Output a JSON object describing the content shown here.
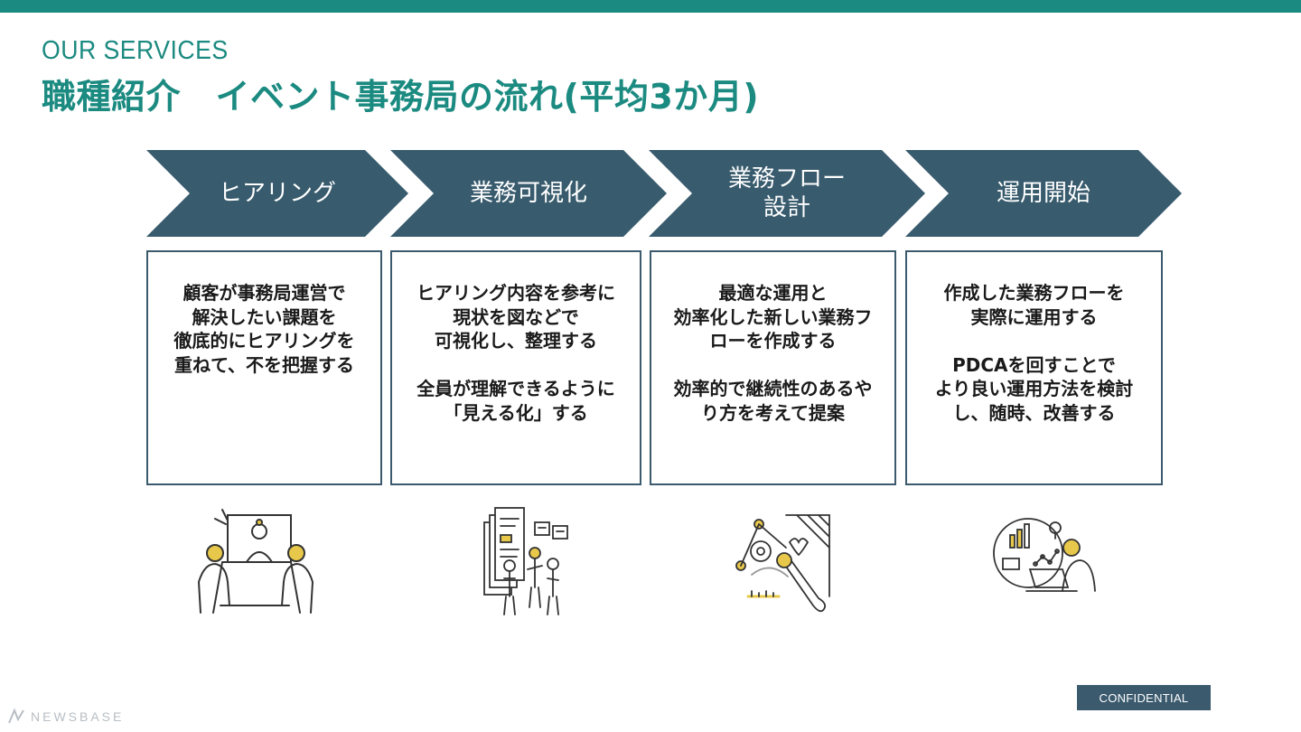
{
  "header": {
    "eyebrow": "OUR SERVICES",
    "title": "職種紹介　イベント事務局の流れ(平均3か月)"
  },
  "steps": [
    {
      "label": "ヒアリング",
      "description": "顧客が事務局運営で\n解決したい課題を\n徹底的にヒアリングを\n重ねて、不を把握する"
    },
    {
      "label": "業務可視化",
      "description": "ヒアリング内容を参考に\n現状を図などで\n可視化し、整理する\n\n全員が理解できるように\n「見える化」する"
    },
    {
      "label": "業務フロー\n設計",
      "description": "最適な運用と\n効率化した新しい業務フ\nローを作成する\n\n効率的で継続性のあるや\nり方を考えて提案"
    },
    {
      "label": "運用開始",
      "description": "作成した業務フローを\n実際に運用する\n\nPDCAを回すことで\nより良い運用方法を検討\nし、随時、改善する"
    }
  ],
  "footer": {
    "logo": "NEWSBASE",
    "confidential": "CONFIDENTIAL"
  },
  "colors": {
    "accent": "#1b8a80",
    "arrow": "#385b6d",
    "card_border": "#3b5a6e",
    "illustration_highlight": "#e8c84a"
  },
  "icons": [
    "meeting-illustration-icon",
    "visualization-illustration-icon",
    "workflow-design-illustration-icon",
    "operation-analysis-illustration-icon"
  ]
}
